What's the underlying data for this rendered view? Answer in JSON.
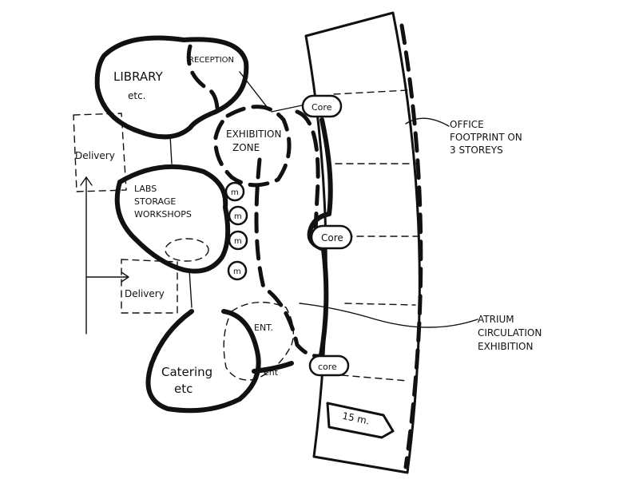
{
  "labels": {
    "library": "LIBRARY",
    "library_etc": "etc.",
    "reception": "RECEPTION",
    "exhibition_zone_1": "EXHIBITION",
    "exhibition_zone_2": "ZONE",
    "delivery_top": "Delivery",
    "labs_1": "LABS",
    "labs_2": "STORAGE",
    "labs_3": "WORKSHOPS",
    "delivery_bottom": "Delivery",
    "catering_1": "Catering",
    "catering_2": "etc",
    "entrance_upper": "ENT.",
    "entrance_lower": "ent",
    "core_top": "Core",
    "core_middle": "Core",
    "core_bottom": "core",
    "office_1": "OFFICE",
    "office_2": "FOOTPRINT ON",
    "office_3": "3 STOREYS",
    "atrium_1": "ATRIUM",
    "atrium_2": "CIRCULATION",
    "atrium_3": "EXHIBITION",
    "dimension": "15 m."
  },
  "lifts": [
    "m",
    "m",
    "m",
    "m"
  ]
}
